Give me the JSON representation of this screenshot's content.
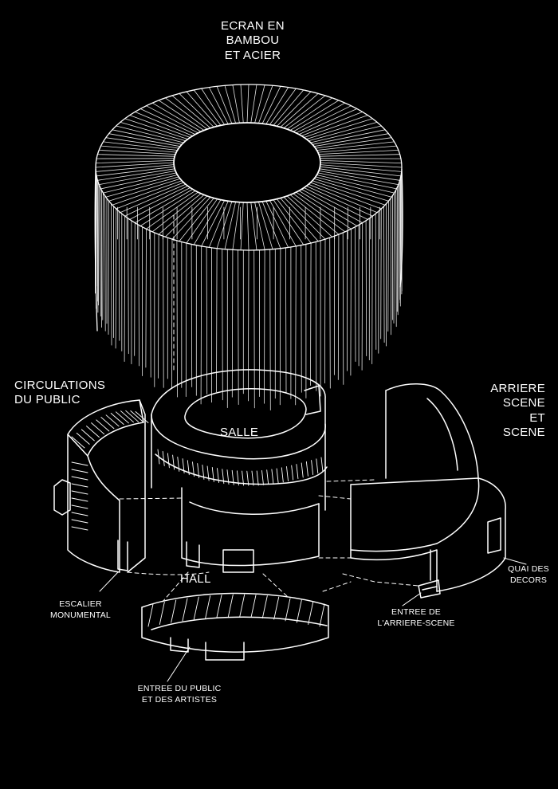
{
  "labels": {
    "ecran_line1": "ECRAN EN",
    "ecran_line2": "BAMBOU",
    "ecran_line3": "ET ACIER",
    "circulations_line1": "CIRCULATIONS",
    "circulations_line2": "DU PUBLIC",
    "arriere_line1": "ARRIERE",
    "arriere_line2": "SCENE",
    "arriere_line3": "ET",
    "arriere_line4": "SCENE",
    "salle": "SALLE",
    "hall": "HALL",
    "escalier_line1": "ESCALIER",
    "escalier_line2": "MONUMENTAL",
    "entree_public_line1": "ENTREE DU PUBLIC",
    "entree_public_line2": "ET DES ARTISTES",
    "entree_arriere_line1": "ENTREE DE",
    "entree_arriere_line2": "L'ARRIERE-SCENE",
    "quai_line1": "QUAI DES",
    "quai_line2": "DECORS"
  },
  "colors": {
    "background": "#000000",
    "line": "#ffffff"
  }
}
